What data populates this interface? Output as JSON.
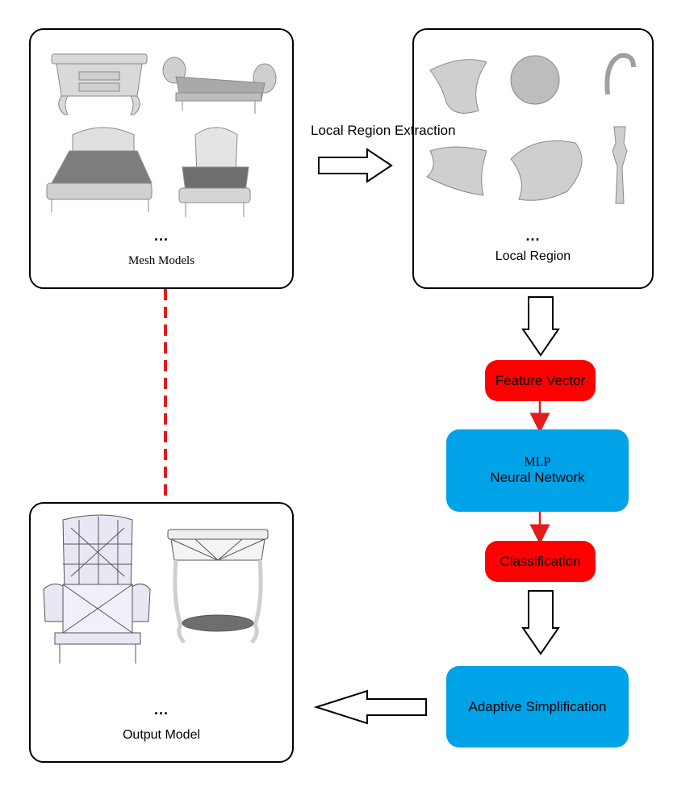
{
  "panels": {
    "mesh_models": {
      "caption": "Mesh Models",
      "ellipsis": "..."
    },
    "local_region": {
      "caption": "Local Region",
      "ellipsis": "..."
    },
    "output_model": {
      "caption": "Output Model",
      "ellipsis": "..."
    }
  },
  "arrows": {
    "extraction_label": "Local Region Extraction"
  },
  "nodes": {
    "feature_vector": "Feature Vector",
    "mlp_line1": "MLP",
    "mlp_line2": "Neural Network",
    "classification": "Classification",
    "adaptive_simplification": "Adaptive Simplification"
  },
  "colors": {
    "red_node": "#ff0000",
    "blue_node": "#00a2e8",
    "connector": "#e31b1b",
    "dashed_link": "#e31b1b"
  }
}
